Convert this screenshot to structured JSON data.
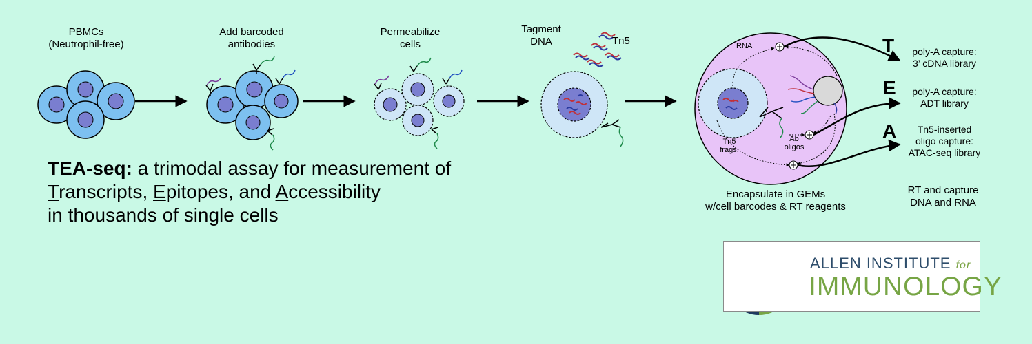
{
  "steps": {
    "pbmc_line1": "PBMCs",
    "pbmc_line2": "(Neutrophil-free)",
    "antibodies_line1": "Add barcoded",
    "antibodies_line2": "antibodies",
    "permeabilize_line1": "Permeabilize",
    "permeabilize_line2": "cells",
    "tagment_line1": "Tagment",
    "tagment_line2": "DNA",
    "tn5": "Tn5"
  },
  "gem": {
    "rna": "RNA",
    "tn5_frags_line1": "Tn5",
    "tn5_frags_line2": "frags.",
    "ab_oligos_line1": "Ab",
    "ab_oligos_line2": "oligos",
    "caption_line1": "Encapsulate in GEMs",
    "caption_line2": "w/cell barcodes & RT reagents"
  },
  "outputs": {
    "t_letter": "T",
    "t_line1": "poly-A capture:",
    "t_line2": "3’ cDNA library",
    "e_letter": "E",
    "e_line1": "poly-A capture:",
    "e_line2": "ADT library",
    "a_letter": "A",
    "a_line1": "Tn5-inserted",
    "a_line2": "oligo capture:",
    "a_line3": "ATAC-seq library",
    "rt_line1": "RT and capture",
    "rt_line2": "DNA and RNA"
  },
  "title": {
    "bold": "TEA-seq:",
    "line1_rest": " a trimodal assay for measurement of",
    "l2_a": "T",
    "l2_b": "ranscripts, ",
    "l2_c": "E",
    "l2_d": "pitopes, and ",
    "l2_e": "A",
    "l2_f": "ccessibility",
    "line3": "in thousands of single cells"
  },
  "logo": {
    "line1": "ALLEN INSTITUTE",
    "for": "for",
    "line2": "IMMUNOLOGY"
  },
  "colors": {
    "background": "#c9f9e6",
    "cell": "#7dc0f0",
    "nucleus": "#7a7ed0",
    "gem": "#e8c4f8",
    "logo_navy": "#1f3a5f",
    "logo_green": "#77a545"
  }
}
